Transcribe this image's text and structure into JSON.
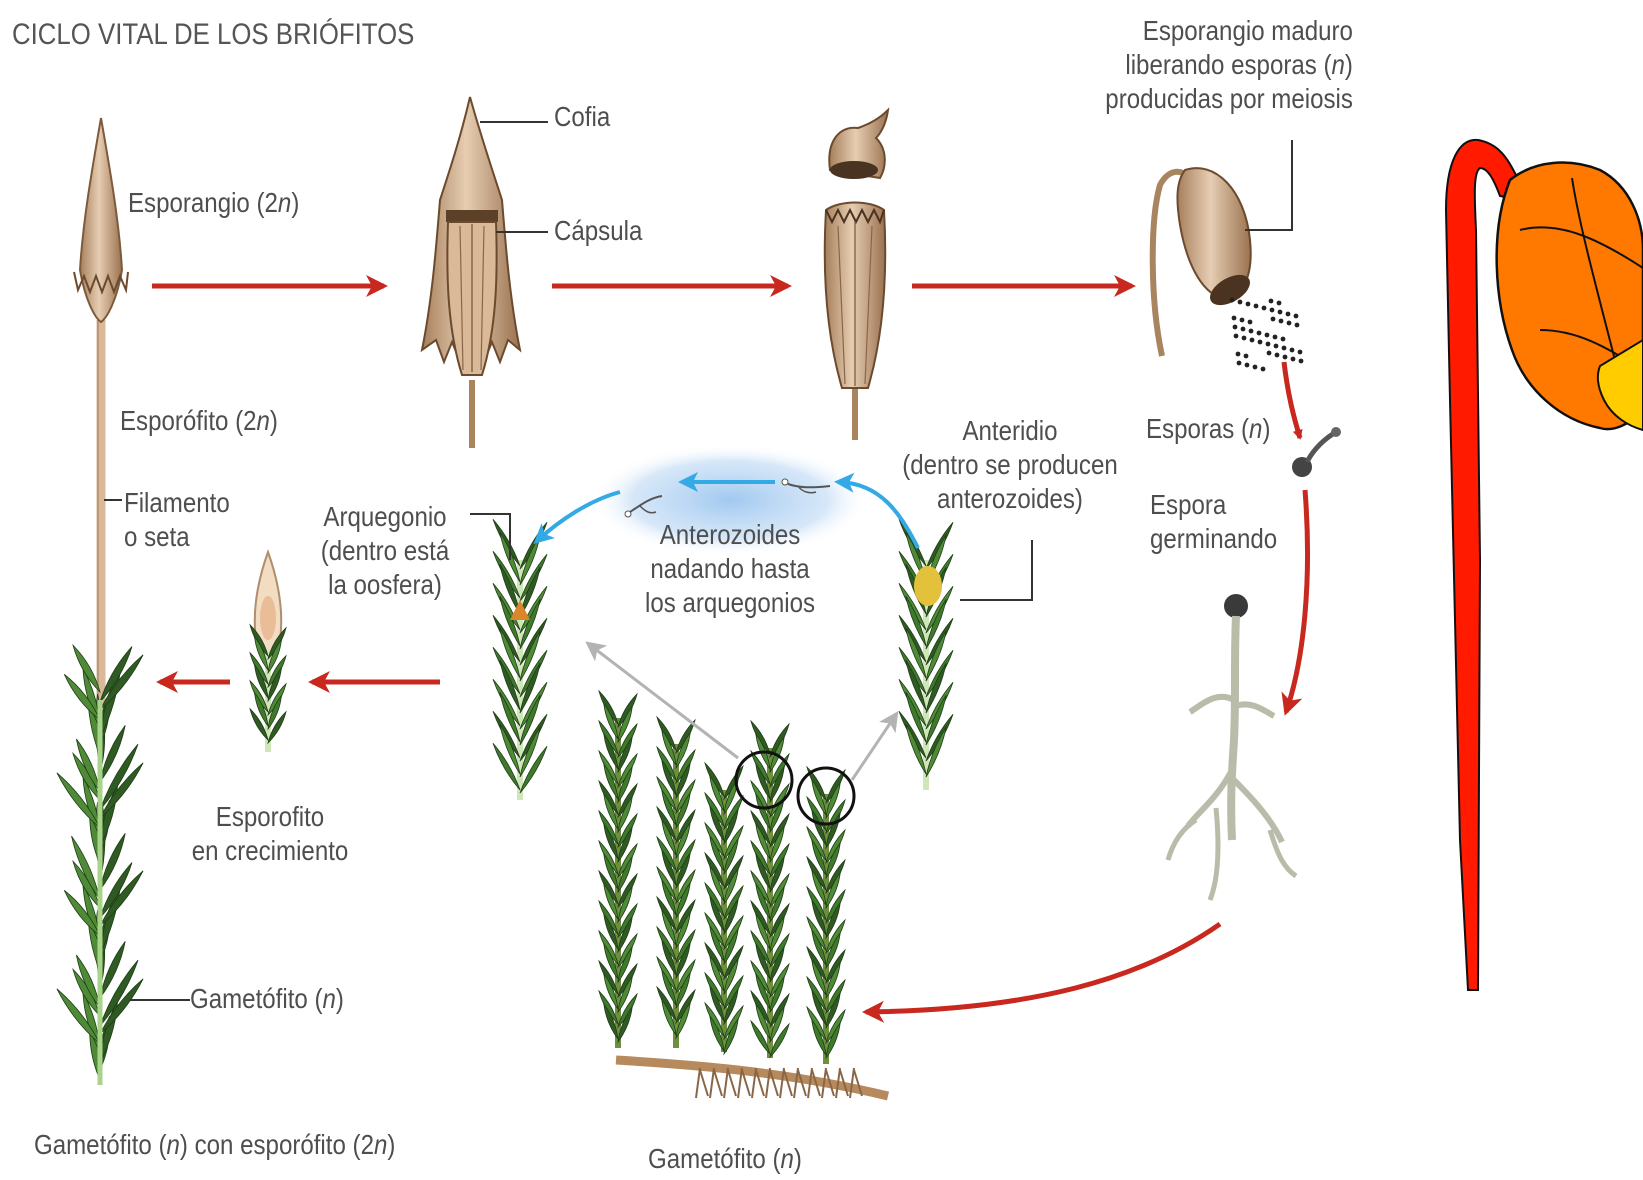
{
  "title": "CICLO VITAL DE LOS BRIÓFITOS",
  "labels": {
    "esporangio": "Esporangio (2",
    "esporofito_2n": "Esporófito (2",
    "filamento_1": "Filamento",
    "filamento_2": "o seta",
    "gametofito_left": "Gametófito (",
    "caption_left_a": "Gametófito (",
    "caption_left_b": ") con esporófito (2",
    "cofia": "Cofia",
    "capsula": "Cápsula",
    "esp_maduro_1": "Esporangio maduro",
    "esp_maduro_2": "liberando esporas (",
    "esp_maduro_3": "producidas por meiosis",
    "esporas": "Esporas (",
    "esp_germ_1": "Espora",
    "esp_germ_2": "germinando",
    "anteridio_1": "Anteridio",
    "anteridio_2": "(dentro se producen",
    "anteridio_3": "anterozoides)",
    "arquegonio_1": "Arquegonio",
    "arquegonio_2": "(dentro está",
    "arquegonio_3": "la oosfera)",
    "anterozoides_1": "Anterozoides",
    "anterozoides_2": "nadando hasta",
    "anterozoides_3": "los arquegonios",
    "esp_crec_1": "Esporofito",
    "esp_crec_2": "en crecimiento",
    "gametofito_bottom": "Gametófito (",
    "n": "n",
    "close_paren": ")",
    "close_paren_2": ")"
  },
  "colors": {
    "arrow_red": "#c8281e",
    "arrow_blue": "#33a9e6",
    "arrow_gray": "#b3b3b3",
    "moss_dark": "#2f5a23",
    "moss_mid": "#4f8a36",
    "moss_light": "#8cc46b",
    "capsule_tan": "#c9a582",
    "capsule_dark": "#7d5a3b",
    "stalk": "#d9b998",
    "glow_blue": "#bcd8f3",
    "icon_red": "#ff1a00",
    "icon_orange": "#ff7800",
    "icon_yellow": "#ffcc00"
  }
}
